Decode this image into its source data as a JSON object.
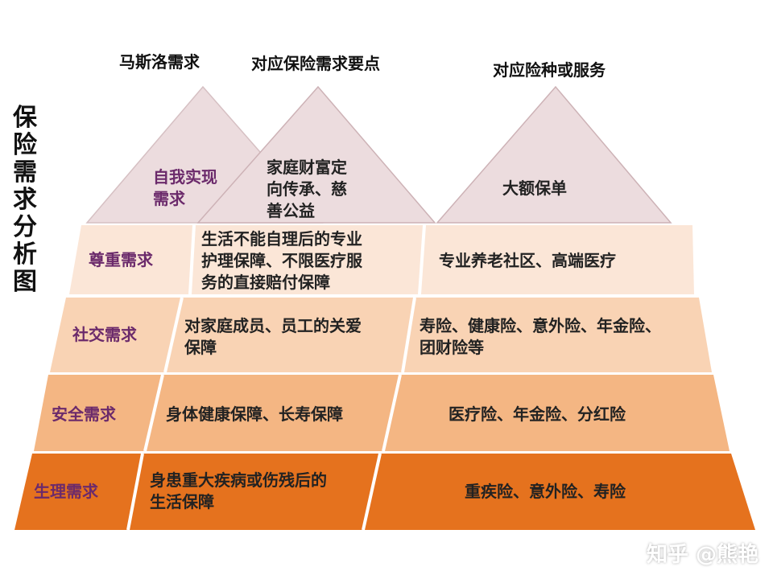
{
  "title_chars": [
    "保",
    "险",
    "需",
    "求",
    "分",
    "析",
    "图"
  ],
  "headers": {
    "maslow": "马斯洛需求",
    "points": "对应保险需求要点",
    "products": "对应险种或服务"
  },
  "peak": {
    "need": "自我实现\n需求",
    "point": "家庭财富定\n向传承、慈\n善公益",
    "product": "大额保单"
  },
  "levels": [
    {
      "need": "尊重需求",
      "point": "生活不能自理后的专业\n护理保障、不限医疗服\n务的直接赔付保障",
      "product": "专业养老社区、高端医疗"
    },
    {
      "need": "社交需求",
      "point": "对家庭成员、员工的关爱\n保障",
      "product": "寿险、健康险、意外险、年金险、\n团财险等"
    },
    {
      "need": "安全需求",
      "point": "身体健康保障、长寿保障",
      "product": "医疗险、年金险、分红险"
    },
    {
      "need": "生理需求",
      "point": "身患重大疾病或伤残后的\n生活保障",
      "product": "重疾险、意外险、寿险"
    }
  ],
  "watermark": "知乎 @熊艳",
  "colors": {
    "triangle": "#ecdcde",
    "triangle_stroke": "#cdb2b6",
    "level1": "#fbe6d7",
    "level2": "#f9d3b4",
    "level3": "#f4b683",
    "level4": "#e5721e",
    "need_text": "#6b2a6b"
  }
}
